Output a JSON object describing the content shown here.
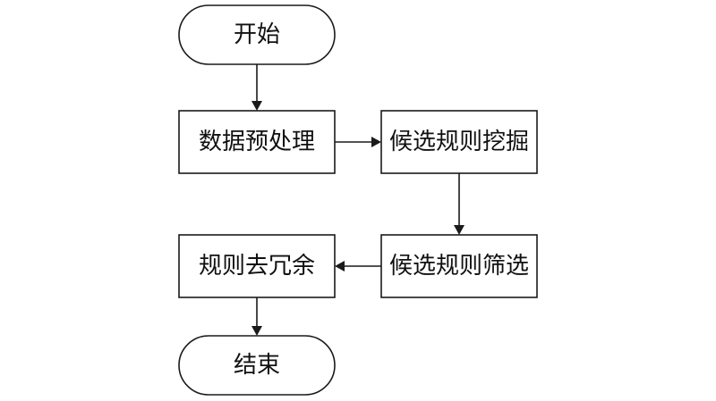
{
  "flowchart": {
    "nodes": {
      "start": "开始",
      "preprocess": "数据预处理",
      "mine": "候选规则挖掘",
      "filter": "候选规则筛选",
      "dedup": "规则去冗余",
      "end": "结束"
    }
  }
}
